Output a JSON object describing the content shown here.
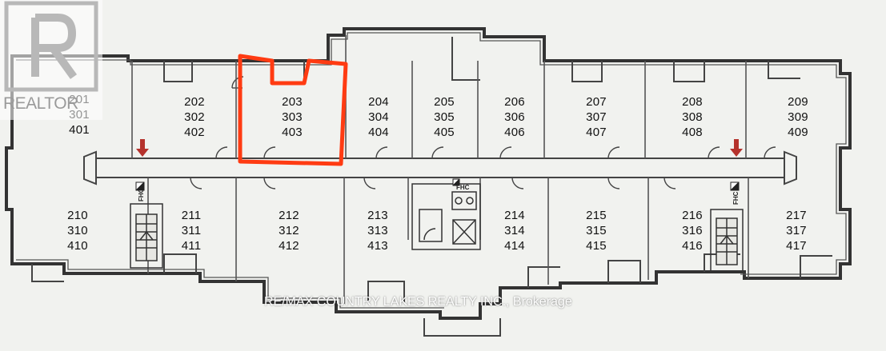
{
  "units": {
    "u201": [
      "201",
      "301",
      "401"
    ],
    "u202": [
      "202",
      "302",
      "402"
    ],
    "u203": [
      "203",
      "303",
      "403"
    ],
    "u204": [
      "204",
      "304",
      "404"
    ],
    "u205": [
      "205",
      "305",
      "405"
    ],
    "u206": [
      "206",
      "306",
      "406"
    ],
    "u207": [
      "207",
      "307",
      "407"
    ],
    "u208": [
      "208",
      "308",
      "408"
    ],
    "u209": [
      "209",
      "309",
      "409"
    ],
    "u210": [
      "210",
      "310",
      "410"
    ],
    "u211": [
      "211",
      "311",
      "411"
    ],
    "u212": [
      "212",
      "312",
      "412"
    ],
    "u213": [
      "213",
      "313",
      "413"
    ],
    "u214": [
      "214",
      "314",
      "414"
    ],
    "u215": [
      "215",
      "315",
      "415"
    ],
    "u216": [
      "216",
      "316",
      "416"
    ],
    "u217": [
      "217",
      "317",
      "417"
    ]
  },
  "fhc_label": "FHC",
  "highlight_color": "#ff3b12",
  "arrow_color": "#b5322c",
  "logo": {
    "text": "REALTOR",
    "icon": "realtor-r-icon"
  },
  "watermark": "RE/MAX COUNTRY LAKES REALTY INC., Brokerage"
}
